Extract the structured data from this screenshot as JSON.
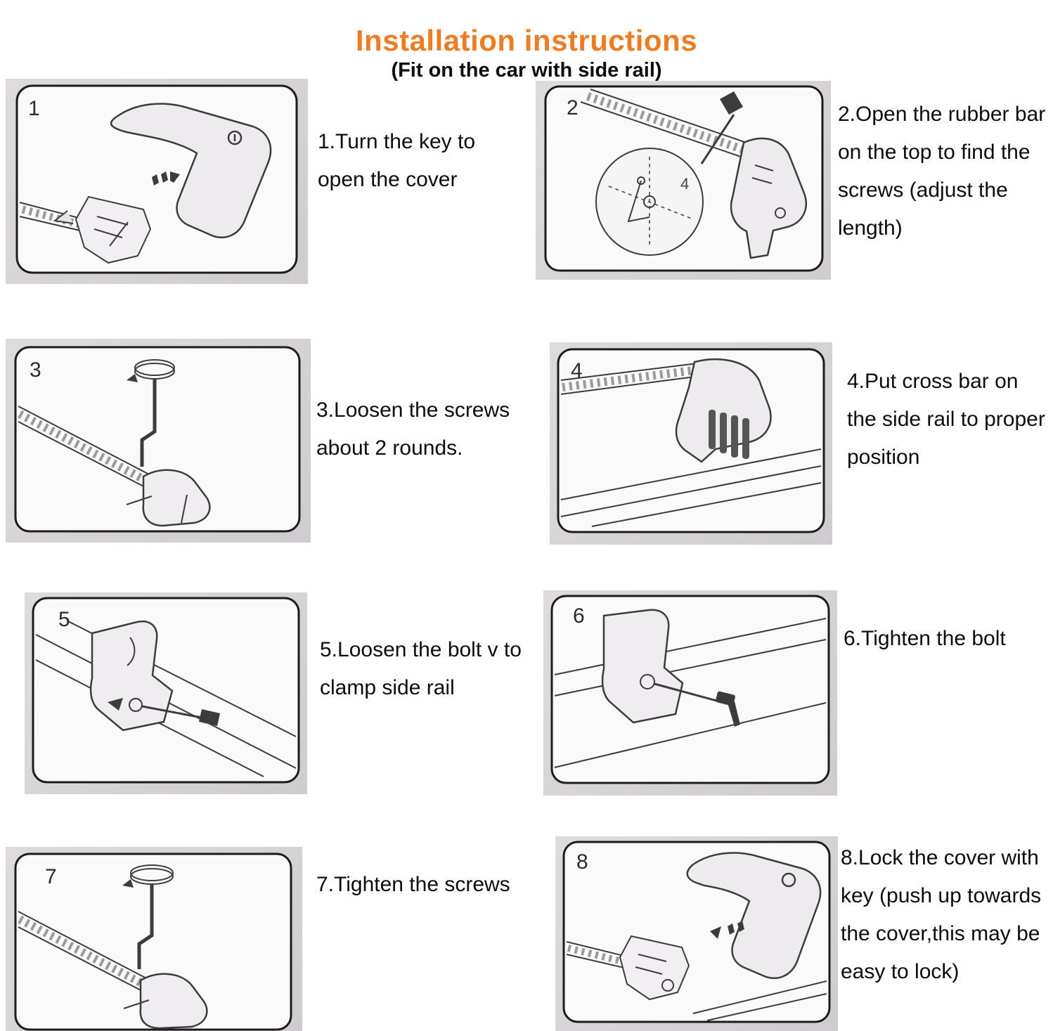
{
  "page": {
    "title": "Installation instructions",
    "subtitle": "(Fit on the car with side rail)"
  },
  "colors": {
    "title_orange": "#ed7c23",
    "body_text": "#0d0d0d",
    "photo_background": "#d8d5d8"
  },
  "steps": [
    {
      "number": "1",
      "text": "1.Turn the key to open the cover"
    },
    {
      "number": "2",
      "text": "2.Open the rubber bar on the top to find the screws (adjust the length)",
      "detail_label": "4"
    },
    {
      "number": "3",
      "text": "3.Loosen the screws about 2 rounds."
    },
    {
      "number": "4",
      "text": "4.Put cross bar on the side rail to proper position"
    },
    {
      "number": "5",
      "text": "5.Loosen the bolt v to clamp side rail"
    },
    {
      "number": "6",
      "text": "6.Tighten the bolt"
    },
    {
      "number": "7",
      "text": "7.Tighten the screws"
    },
    {
      "number": "8",
      "text": "8.Lock the cover with key (push up towards the cover,this may be easy to lock)"
    }
  ]
}
